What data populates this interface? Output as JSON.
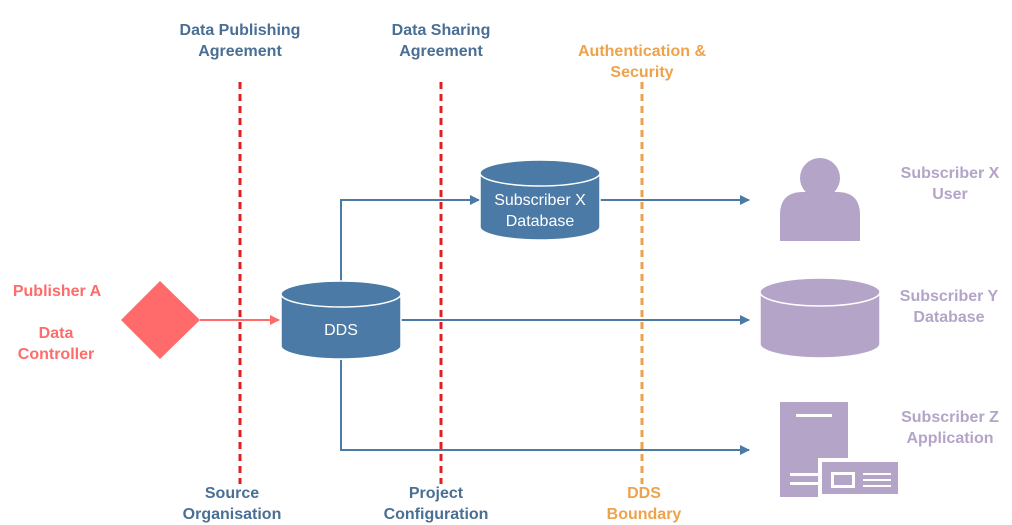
{
  "boundaries": {
    "data_publishing": {
      "top_label": "Data Publishing Agreement",
      "bottom_label": "Source Organisation"
    },
    "data_sharing": {
      "top_label": "Data Sharing Agreement",
      "bottom_label": "Project Configuration"
    },
    "auth_security": {
      "top_label": "Authentication & Security",
      "bottom_label": "DDS Boundary"
    }
  },
  "publisher": {
    "line1": "Publisher A",
    "line2": "Data Controller"
  },
  "dds_node": {
    "label": "DDS"
  },
  "subscriber_x_db": {
    "label": "Subscriber X Database"
  },
  "subscribers": {
    "x_user": "Subscriber X User",
    "y_database": "Subscriber Y Database",
    "z_application": "Subscriber Z Application"
  },
  "colors": {
    "blue": "#4a7aa5",
    "dark_blue_label": "#4a6f94",
    "red": "#ff6b6b",
    "boundary_red": "#e02020",
    "orange": "#eea24c",
    "purple": "#b3a4c8"
  }
}
